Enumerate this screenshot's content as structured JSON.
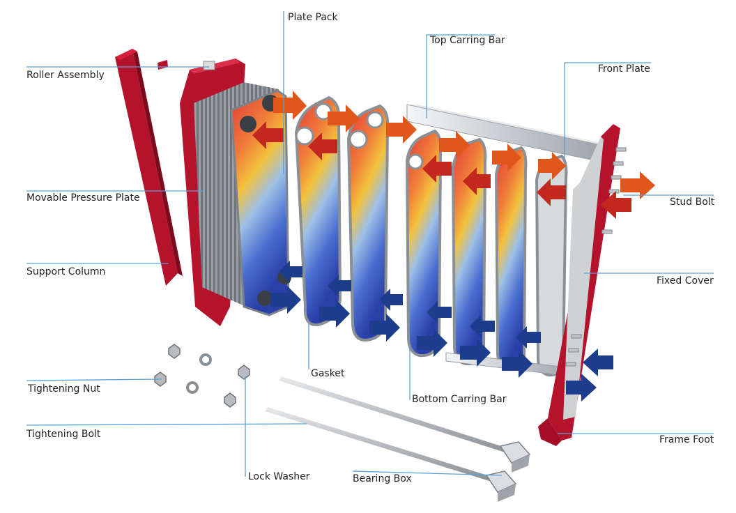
{
  "labels": {
    "plate_pack": "Plate Pack",
    "top_carring_bar": "Top Carring Bar",
    "roller_assembly": "Roller Assembly",
    "front_plate": "Front Plate",
    "movable_pressure_plate": "Movable Pressure Plate",
    "stud_bolt": "Stud Bolt",
    "support_column": "Support Column",
    "fixed_cover": "Fixed Cover",
    "gasket": "Gasket",
    "tightening_nut": "Tightening Nut",
    "bottom_carring_bar": "Bottom Carring Bar",
    "tightening_bolt": "Tightening Bolt",
    "frame_foot": "Frame Foot",
    "lock_washer": "Lock Washer",
    "bearing_box": "Bearing Box"
  },
  "colors": {
    "leader_line": "#5aa0d8",
    "frame_red": "#b5122c",
    "hot_arrow": "#e0571c",
    "warm_arrow": "#c2281e",
    "cold_arrow": "#1e3c8c",
    "steel": "#c8ccd0"
  }
}
